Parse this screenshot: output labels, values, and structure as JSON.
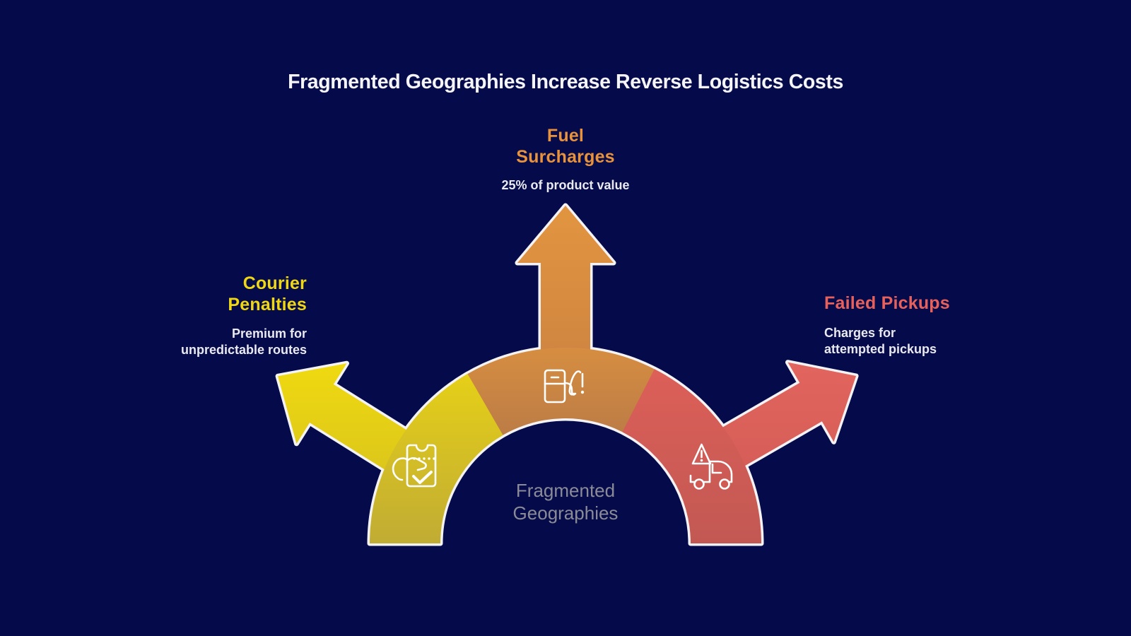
{
  "title": "Fragmented Geographies Increase Reverse Logistics Costs",
  "center": {
    "label": "Fragmented\nGeographies"
  },
  "branches": {
    "fuel_surcharges": {
      "label": "Fuel\nSurcharges",
      "detail": "25% of product value",
      "color": "#E8923B",
      "icon": "fuel-pump-warning-icon"
    },
    "courier_penalties": {
      "label": "Courier\nPenalties",
      "detail": "Premium for\nunpredictable routes",
      "color": "#F0D714",
      "icon": "ticket-in-hand-icon"
    },
    "failed_pickups": {
      "label": "Failed Pickups",
      "detail": "Charges for\nattempted pickups",
      "color": "#E6615B",
      "icon": "truck-warning-icon"
    }
  },
  "colors": {
    "background": "#050B4A",
    "yellow_segment": "#E5CF16",
    "orange_segment": "#D0843F",
    "red_segment": "#D95B55",
    "outline": "#F3F3F5",
    "text_primary": "#E9E9EE",
    "text_muted": "#8B8B97"
  }
}
